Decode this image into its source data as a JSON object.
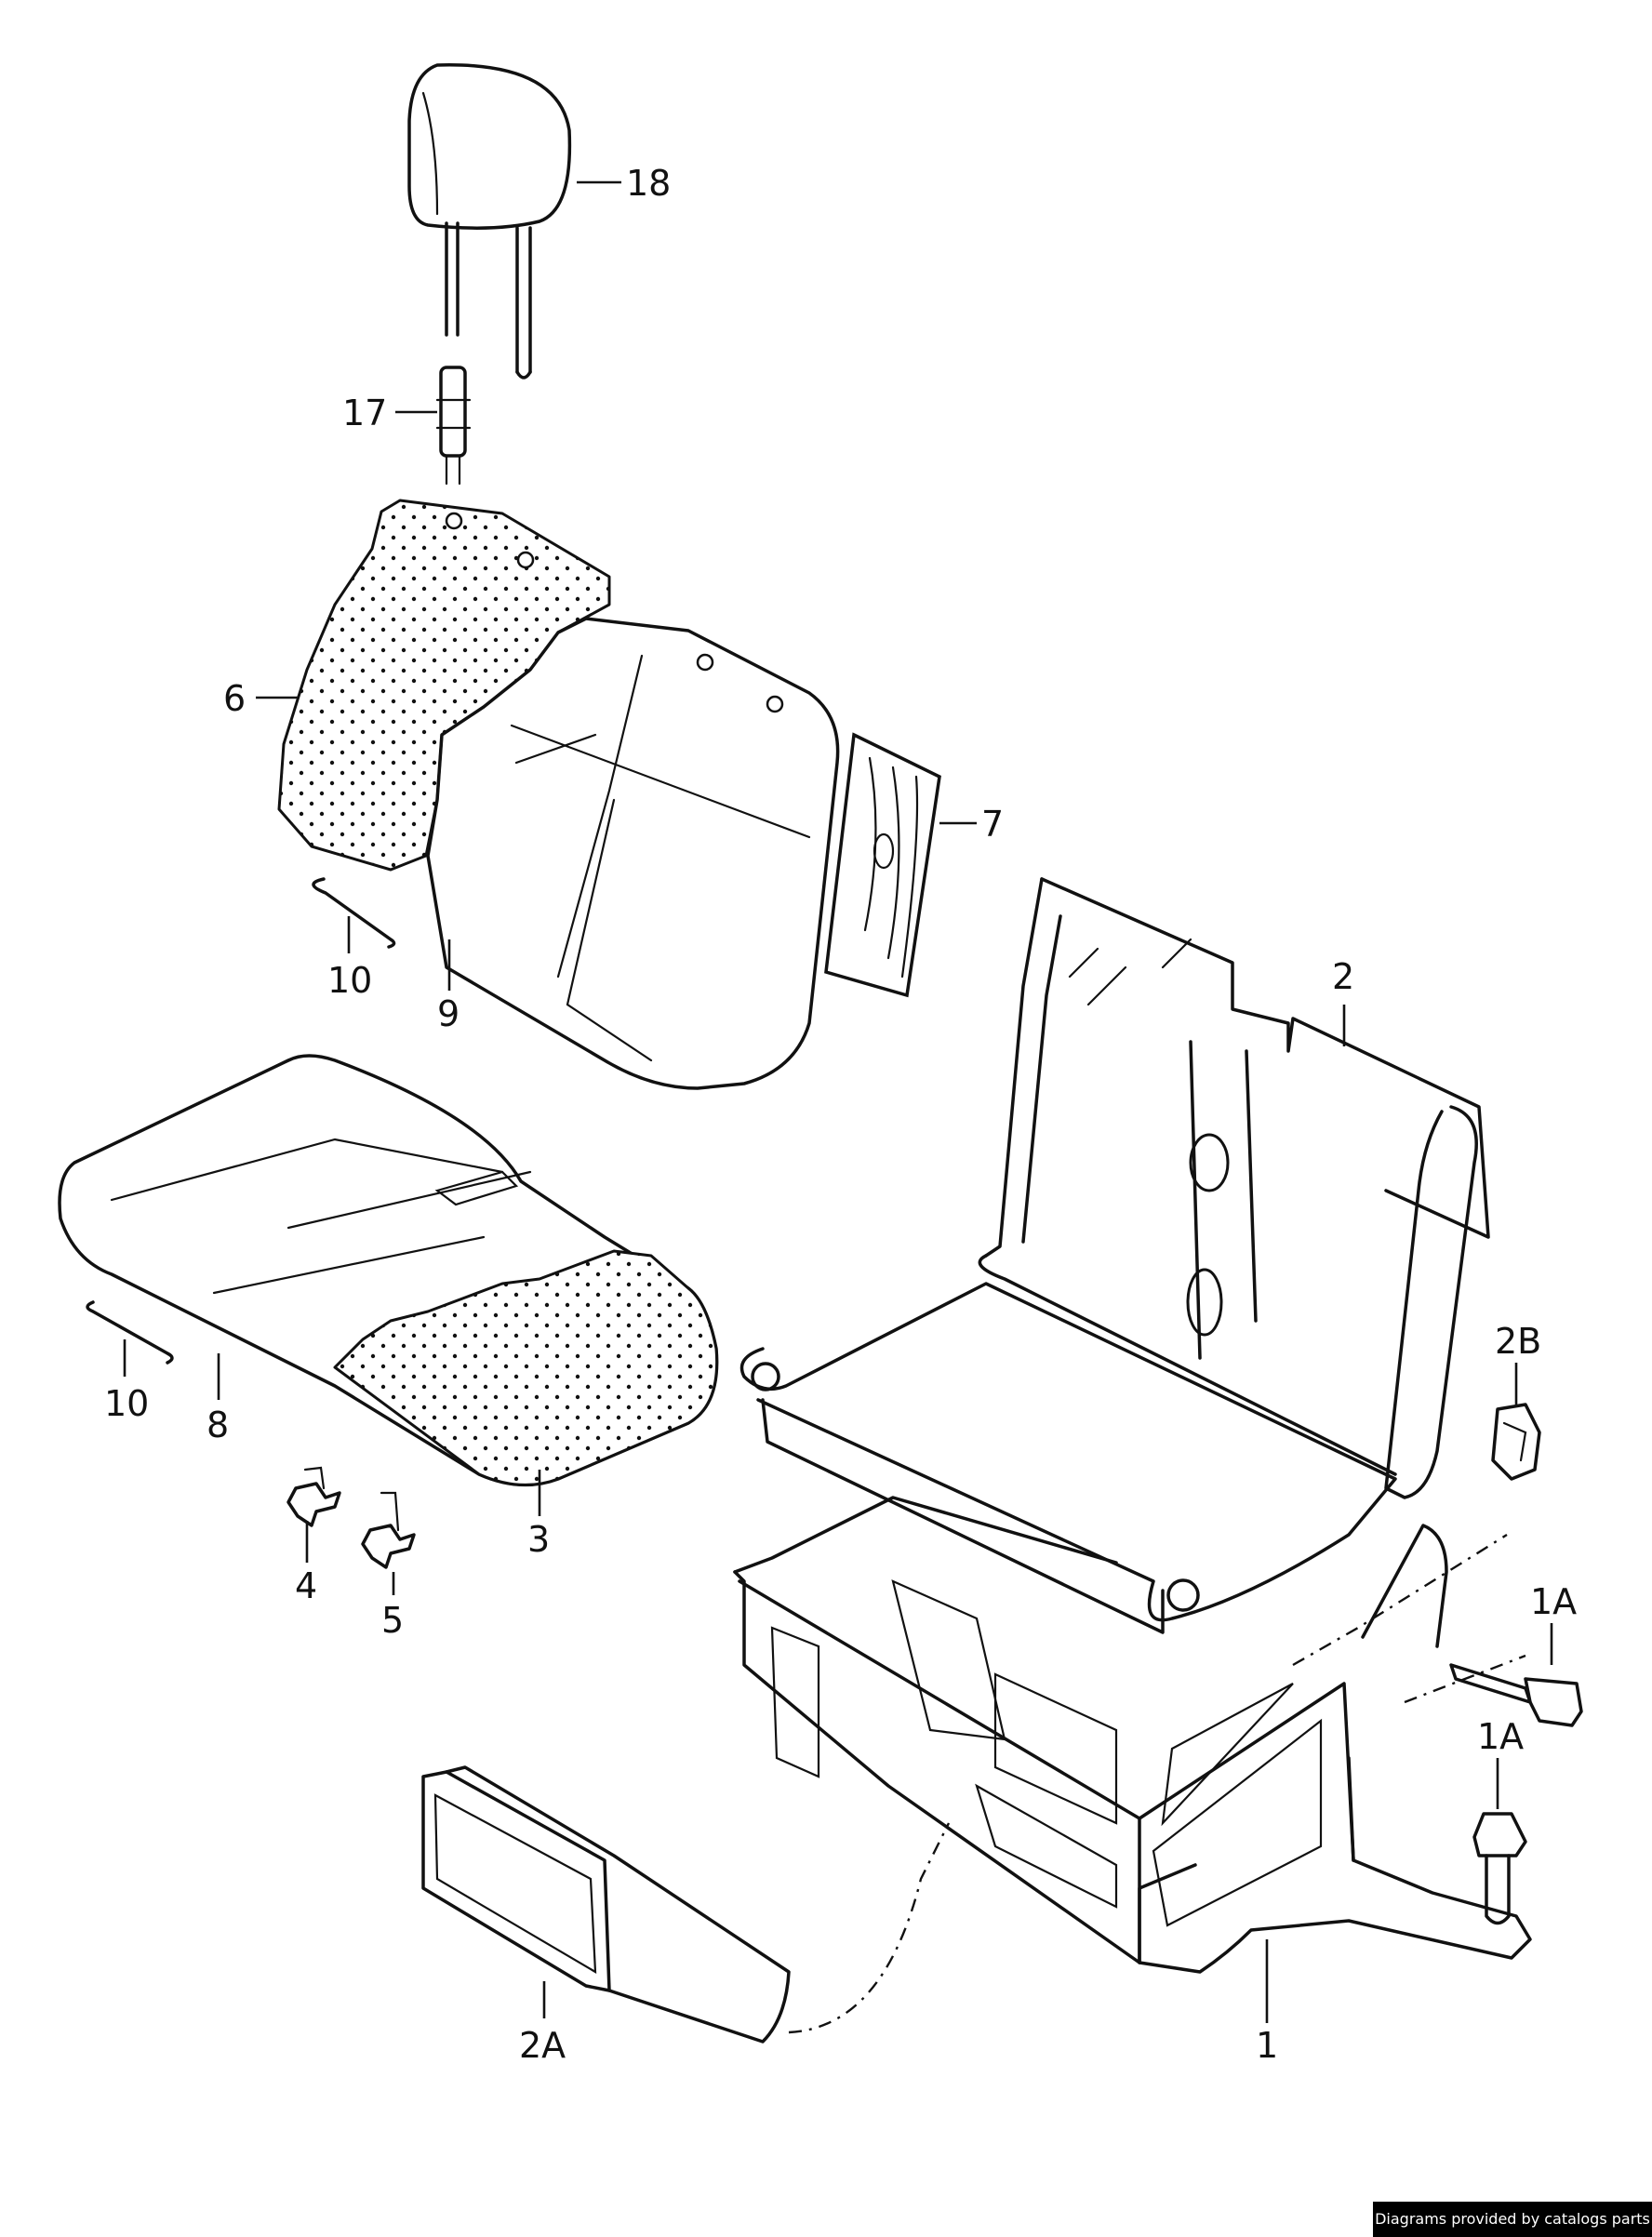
{
  "callouts": {
    "p18": "18",
    "p17": "17",
    "p6": "6",
    "p7": "7",
    "p2": "2",
    "p10a": "10",
    "p9": "9",
    "p10b": "10",
    "p8": "8",
    "p3": "3",
    "p4": "4",
    "p5": "5",
    "p2B": "2B",
    "p1A_upper": "1A",
    "p1A_lower": "1A",
    "p2A": "2A",
    "p1": "1"
  },
  "footer": {
    "credit": "Diagrams provided by catalogs parts"
  }
}
